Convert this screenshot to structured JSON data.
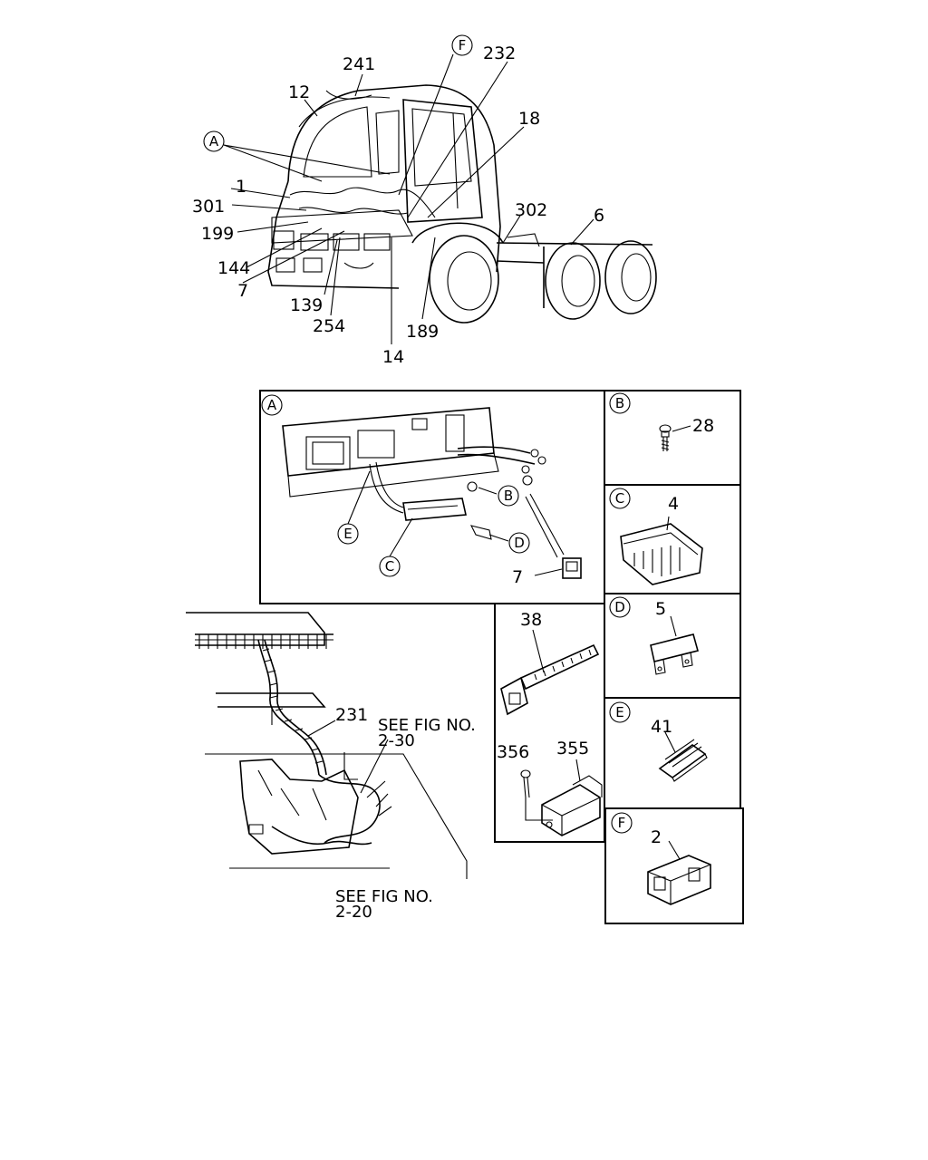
{
  "overview": {
    "labels": {
      "l241": "241",
      "l12": "12",
      "lF": "F",
      "l232": "232",
      "lA": "A",
      "l18": "18",
      "l1": "1",
      "l301": "301",
      "l199": "199",
      "l144": "144",
      "l7": "7",
      "l139": "139",
      "l254": "254",
      "l14": "14",
      "l189": "189",
      "l302": "302",
      "l6": "6"
    }
  },
  "detail_A": {
    "letter": "A",
    "callouts": {
      "B": "B",
      "C": "C",
      "D": "D",
      "E": "E",
      "part7": "7"
    }
  },
  "detail_B": {
    "letter": "B",
    "part": "28"
  },
  "detail_C": {
    "letter": "C",
    "part": "4"
  },
  "detail_D": {
    "letter": "D",
    "part": "5"
  },
  "detail_E": {
    "letter": "E",
    "part": "41"
  },
  "detail_F": {
    "letter": "F",
    "part": "2"
  },
  "parts_38_355": {
    "p38": "38",
    "p356": "356",
    "p355": "355"
  },
  "harness": {
    "p231": "231",
    "see1_line1": "SEE FIG NO.",
    "see1_line2": "2-30",
    "see2_line1": "SEE FIG NO.",
    "see2_line2": "2-20"
  }
}
